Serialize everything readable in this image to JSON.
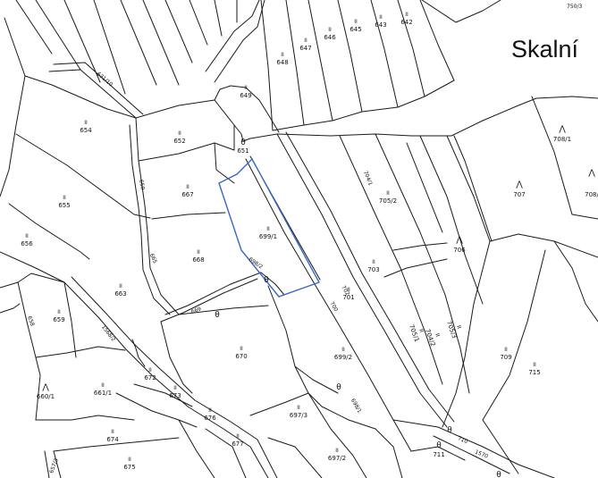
{
  "town_name": "Skalní",
  "corner_label": "750/3",
  "parcel_prefix": "II",
  "selected_parcel": "699/1",
  "symbols": {
    "theta": "θ",
    "tree": "⋀"
  },
  "parcels": [
    {
      "id": "p642",
      "number": "642"
    },
    {
      "id": "p643",
      "number": "643"
    },
    {
      "id": "p645",
      "number": "645"
    },
    {
      "id": "p646",
      "number": "646"
    },
    {
      "id": "p647",
      "number": "647"
    },
    {
      "id": "p648",
      "number": "648"
    },
    {
      "id": "p649",
      "number": "649"
    },
    {
      "id": "p651",
      "number": "651"
    },
    {
      "id": "p652",
      "number": "652"
    },
    {
      "id": "p654",
      "number": "654"
    },
    {
      "id": "p655",
      "number": "655"
    },
    {
      "id": "p656",
      "number": "656"
    },
    {
      "id": "p659",
      "number": "659"
    },
    {
      "id": "p660-1",
      "number": "660/1"
    },
    {
      "id": "p661-1",
      "number": "661/1"
    },
    {
      "id": "p663",
      "number": "663"
    },
    {
      "id": "p667",
      "number": "667"
    },
    {
      "id": "p668",
      "number": "668"
    },
    {
      "id": "p670",
      "number": "670"
    },
    {
      "id": "p672",
      "number": "672"
    },
    {
      "id": "p673",
      "number": "673"
    },
    {
      "id": "p674",
      "number": "674"
    },
    {
      "id": "p675",
      "number": "675"
    },
    {
      "id": "p676",
      "number": "676"
    },
    {
      "id": "p677",
      "number": "677"
    },
    {
      "id": "p697-2",
      "number": "697/2"
    },
    {
      "id": "p697-3",
      "number": "697/3"
    },
    {
      "id": "p699-1",
      "number": "699/1"
    },
    {
      "id": "p699-2",
      "number": "699/2"
    },
    {
      "id": "p701",
      "number": "701"
    },
    {
      "id": "p703",
      "number": "703"
    },
    {
      "id": "p704-2",
      "number": "704/2"
    },
    {
      "id": "p705-1",
      "number": "705/1"
    },
    {
      "id": "p705-2",
      "number": "705/2"
    },
    {
      "id": "p705-3",
      "number": "705/3"
    },
    {
      "id": "p706",
      "number": "706"
    },
    {
      "id": "p707",
      "number": "707"
    },
    {
      "id": "p708-1",
      "number": "708/1"
    },
    {
      "id": "p708-x",
      "number": "708/"
    },
    {
      "id": "p709",
      "number": "709"
    },
    {
      "id": "p711",
      "number": "711"
    },
    {
      "id": "p715",
      "number": "715"
    }
  ],
  "strip_labels": [
    {
      "id": "s631-10",
      "text": "631/10"
    },
    {
      "id": "s650",
      "text": "650"
    },
    {
      "id": "s658",
      "text": "658"
    },
    {
      "id": "s665",
      "text": "665"
    },
    {
      "id": "s669",
      "text": "669"
    },
    {
      "id": "s698-2",
      "text": "698/2"
    },
    {
      "id": "s698-1",
      "text": "698/1"
    },
    {
      "id": "s700",
      "text": "700"
    },
    {
      "id": "s702",
      "text": "702"
    },
    {
      "id": "s704-1",
      "text": "704/1"
    },
    {
      "id": "s1568-2",
      "text": "1568/2"
    },
    {
      "id": "s1570",
      "text": "1570"
    },
    {
      "id": "s710",
      "text": "710"
    },
    {
      "id": "s657-3",
      "text": "657/3"
    }
  ]
}
